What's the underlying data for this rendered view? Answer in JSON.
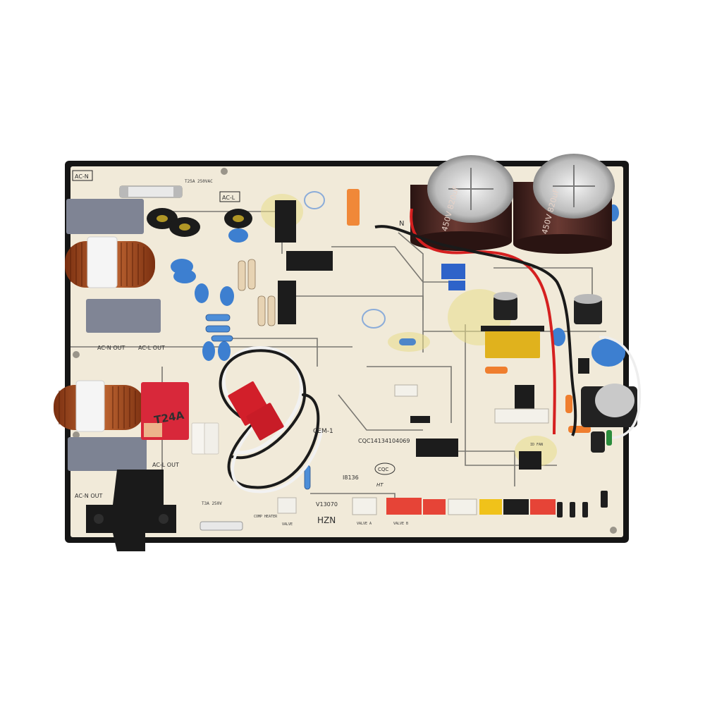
{
  "photo": {
    "background": "#ffffff",
    "board_color": "#f1ead9",
    "board_frame_color": "#151515",
    "trace_color": "#1e1e1e"
  },
  "silkscreen": {
    "ac_n": "AC-N",
    "ac_l": "AC-L",
    "ac_n_out": "AC-N OUT",
    "ac_l_out": "AC-L OUT",
    "ac_l_out2": "AC-L OUT",
    "ac_n_out2": "AC-N OUT",
    "cem": "CEM-1",
    "serial": "CQC14134104069",
    "cqc": "CQC",
    "version": "V13070",
    "hzn": "HZN",
    "ht": "HT",
    "valve_a": "VALVE A",
    "valve_b": "VALVE B",
    "fuse_label": "T25A 250VAC",
    "cap_mark_1": "450V 820uF",
    "cap_mark_2": "450V 820uF",
    "relay_mark": "T24A",
    "board_code": "I8136",
    "n_mark": "N",
    "fuse2_label": "T3A 250V",
    "comp_heater": "COMP HEATER",
    "valve": "VALVE",
    "id_fan": "ID FAN"
  }
}
